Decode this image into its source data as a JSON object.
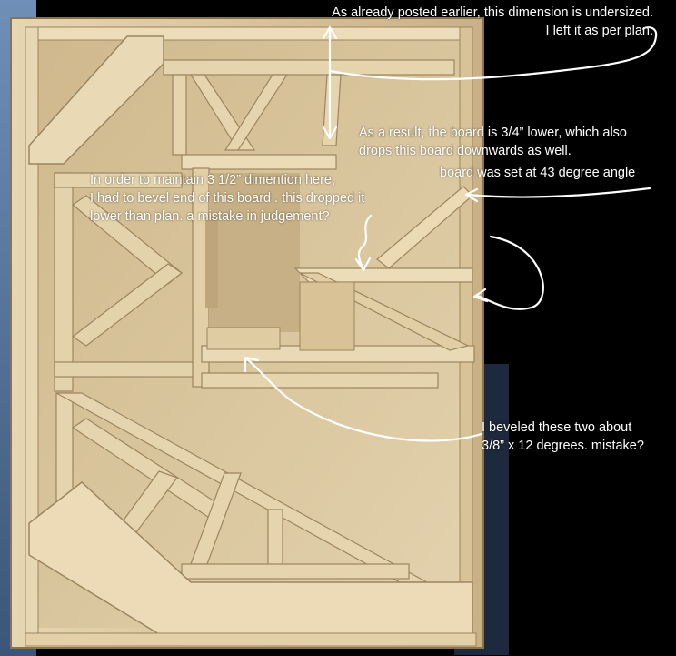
{
  "annotations": {
    "undersized": {
      "line1": "As already posted earlier, this dimension is undersized.",
      "line2": "I left it as per plan."
    },
    "board_lower": {
      "line1": "As a result, the board is 3/4” lower, which also",
      "line2": "drops this board downwards as well."
    },
    "angle": {
      "line1": "board was set at 43 degree angle"
    },
    "bevel_end": {
      "line1": "In order to maintain 3 1/2” dimention here,",
      "line2": "I had to bevel end of this board . this dropped it",
      "line3": "lower than plan. a mistake in judgement?"
    },
    "beveled_two": {
      "line1": "I beveled these two about",
      "line2": "3/8” x 12 degrees. mistake?"
    }
  },
  "colors": {
    "background": "#000000",
    "plywood": "#d9c59c",
    "plywood_shadow": "#a8916a",
    "sky": "#5f7fa8",
    "annotation": "#ffffff"
  }
}
